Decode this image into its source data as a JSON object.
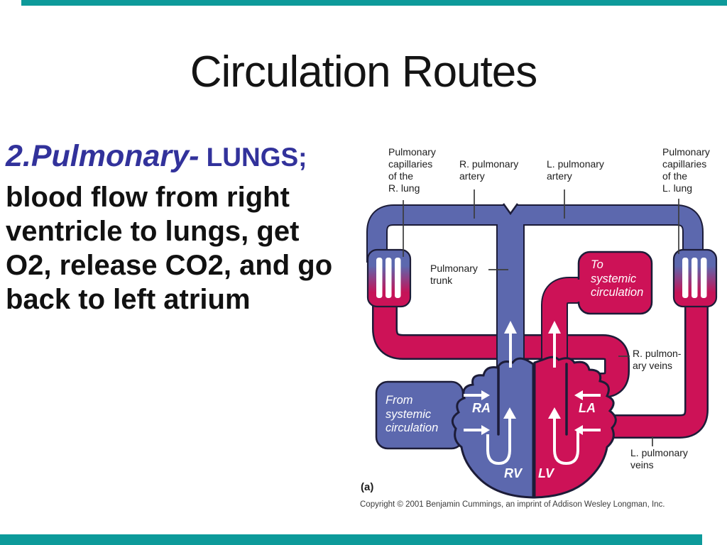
{
  "slide": {
    "title": "Circulation Routes",
    "accent_color": "#0d9a9a"
  },
  "intro": {
    "prefix": "2.Pulmonary-",
    "highlight": " LUNGS;",
    "body": "blood flow from right\nventricle to lungs, get\nO2, release CO2, and go\nback to left atrium",
    "blue_color": "#32329b"
  },
  "diagram": {
    "colors": {
      "artery_blue": "#5c68ae",
      "vein_red": "#cd1257",
      "outline": "#1c1c38"
    },
    "labels": {
      "pulm_cap_r": "Pulmonary\ncapillaries\nof the\nR. lung",
      "r_pulm_artery": "R. pulmonary\nartery",
      "l_pulm_artery": "L. pulmonary\nartery",
      "pulm_cap_l": "Pulmonary\ncapillaries\nof the\nL. lung",
      "pulm_trunk": "Pulmonary\ntrunk",
      "to_systemic": "To\nsystemic\ncirculation",
      "r_pulm_veins": "R. pulmon-\nary veins",
      "l_pulm_veins": "L. pulmonary\nveins",
      "from_systemic": "From\nsystemic\ncirculation",
      "ra": "RA",
      "la": "LA",
      "rv": "RV",
      "lv": "LV",
      "panel": "(a)",
      "copyright": "Copyright © 2001 Benjamin Cummings, an imprint of Addison Wesley Longman, Inc."
    }
  }
}
